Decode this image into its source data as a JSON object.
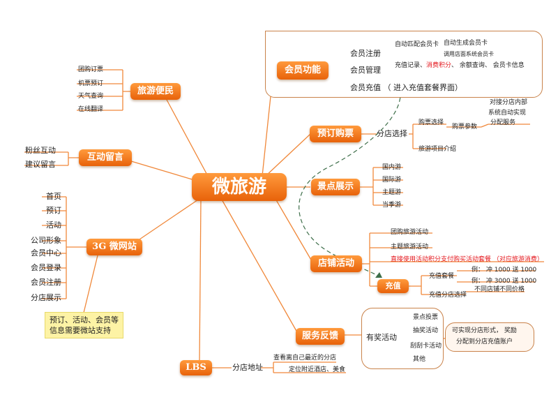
{
  "center": {
    "label": "微旅游"
  },
  "branches": {
    "travel": {
      "label": "旅游便民",
      "items": [
        "团购订票",
        "机票预订",
        "天气查询",
        "在线翻译"
      ]
    },
    "interact": {
      "label": "互动留言",
      "items": [
        "粉丝互动",
        "建议留言"
      ]
    },
    "site": {
      "label": "3G 微网站",
      "items": [
        "首页",
        "预订",
        "活动",
        "公司形象",
        "会员中心",
        "会员登录",
        "会员注册",
        "分店展示"
      ],
      "note": [
        "预订、活动、会员等",
        "信息需要微站支持"
      ]
    },
    "lbs": {
      "label": "LBS",
      "sub": "分店地址",
      "details": [
        "查看离自己最近的分店",
        "定位附近酒店、美食"
      ]
    },
    "member": {
      "label": "会员功能",
      "register": {
        "label": "会员注册",
        "auto": "自动匹配会员卡",
        "gen": "自动生成会员卡",
        "gen_sub": "调用店面系统会员卡"
      },
      "manage": {
        "label": "会员管理",
        "text_a": "充值记录、",
        "text_red": "消费积分",
        "text_b": "、 余额查询、 会员卡信息"
      },
      "recharge": {
        "label": "会员充值 （ 进入充值套餐界面）"
      }
    },
    "booking": {
      "label": "预订购票",
      "sub": "分店选择",
      "ticket": "购票选择",
      "params": "购票参数",
      "integ": [
        "对接分店内部",
        "系统自动实现",
        "分配服务"
      ],
      "intro": "旅游项目介绍"
    },
    "scenic": {
      "label": "景点展示",
      "items": [
        "国内游",
        "国际游",
        "主题游",
        "当季游"
      ]
    },
    "store": {
      "label": "店铺活动",
      "items": [
        "团购旅游活动",
        "主题旅游活动"
      ],
      "red": "直接使用活动积分支付购买活动套餐 （对应旅游消费）",
      "recharge": {
        "label": "充值",
        "pkg": "充值套餐",
        "ex1": "例： 冲 1000 送 1000",
        "ex2": "例： 冲 3000 送 1000",
        "branch": "充值分店选择",
        "diff": "不同店铺不同价格"
      }
    },
    "service": {
      "label": "服务反馈",
      "prize": "有奖活动",
      "items": [
        "景点投票",
        "抽奖活动",
        "刮刮卡活动",
        "其他"
      ],
      "result": [
        "可实现分店形式，  奖励",
        "分配到分店充值账户"
      ]
    }
  },
  "colors": {
    "accent": "#f07a1e",
    "line": "#f0883a",
    "red": "#e4161c",
    "note": "#fdf3a5",
    "dash": "#3d6e49"
  }
}
